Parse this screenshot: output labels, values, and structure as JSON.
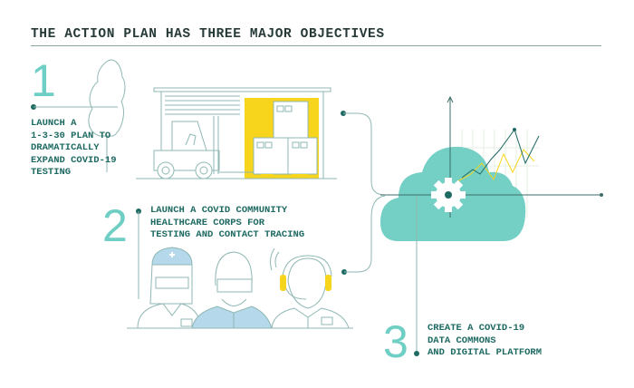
{
  "title": "THE ACTION PLAN HAS THREE MAJOR OBJECTIVES",
  "objectives": [
    {
      "number": "1",
      "text": "LAUNCH A\n1-3-30 PLAN TO\nDRAMATICALLY\nEXPAND COVID-19\nTESTING"
    },
    {
      "number": "2",
      "text": "LAUNCH A COVID COMMUNITY\nHEALTHCARE CORPS FOR\nTESTING AND CONTACT TRACING"
    },
    {
      "number": "3",
      "text": "CREATE A COVID-19\nDATA COMMONS\nAND DIGITAL PLATFORM"
    }
  ],
  "colors": {
    "accent": "#6fcfc4",
    "text": "#1e6a62",
    "line": "#8fb8b4",
    "yellow": "#f7d51d",
    "blue": "#b5d8ea"
  }
}
